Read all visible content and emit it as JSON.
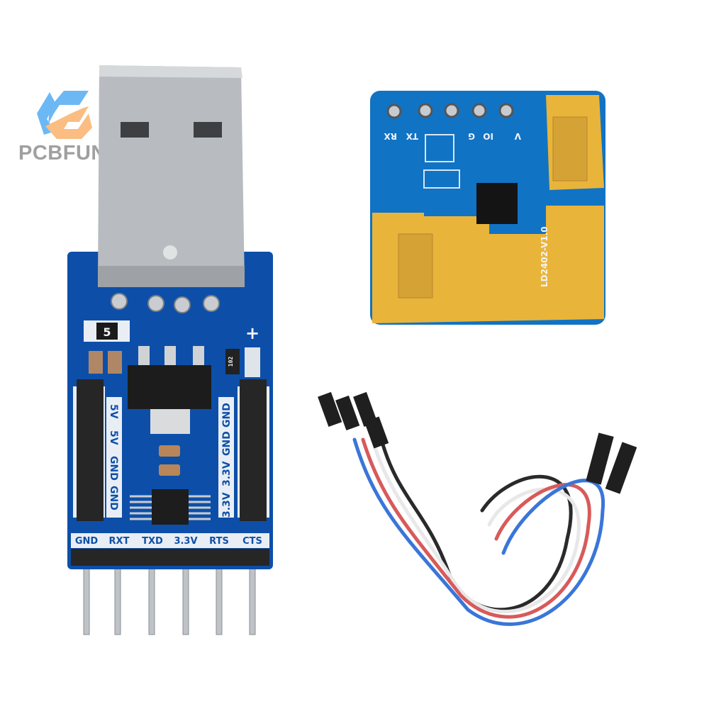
{
  "brand": {
    "name": "PCBFUN",
    "logo_colors": {
      "blue": "#6cb8f5",
      "orange": "#fbbd82"
    }
  },
  "usb_adapter": {
    "resistor_marking": "5",
    "resistor_marking_2": "102",
    "plus_sign": "+",
    "left_header_labels": [
      "5V",
      "5V",
      "GND",
      "GND"
    ],
    "right_header_labels": [
      "3.3V",
      "3.3V",
      "GND",
      "GND"
    ],
    "bottom_pin_labels": [
      "GND",
      "RXT",
      "TXD",
      "3.3V",
      "RTS",
      "CTS"
    ],
    "board_color": "#0d4fa8"
  },
  "radar_module": {
    "model": "LD2402-V1.0",
    "pin_labels": [
      "RX",
      "TX",
      "G",
      "IO",
      "V"
    ],
    "board_color": "#1173c4",
    "antenna_color": "#e9b43a"
  },
  "cable": {
    "wire_colors": [
      "#2a2a2a",
      "#f2f2f2",
      "#d85a5a",
      "#3a76d8"
    ]
  }
}
